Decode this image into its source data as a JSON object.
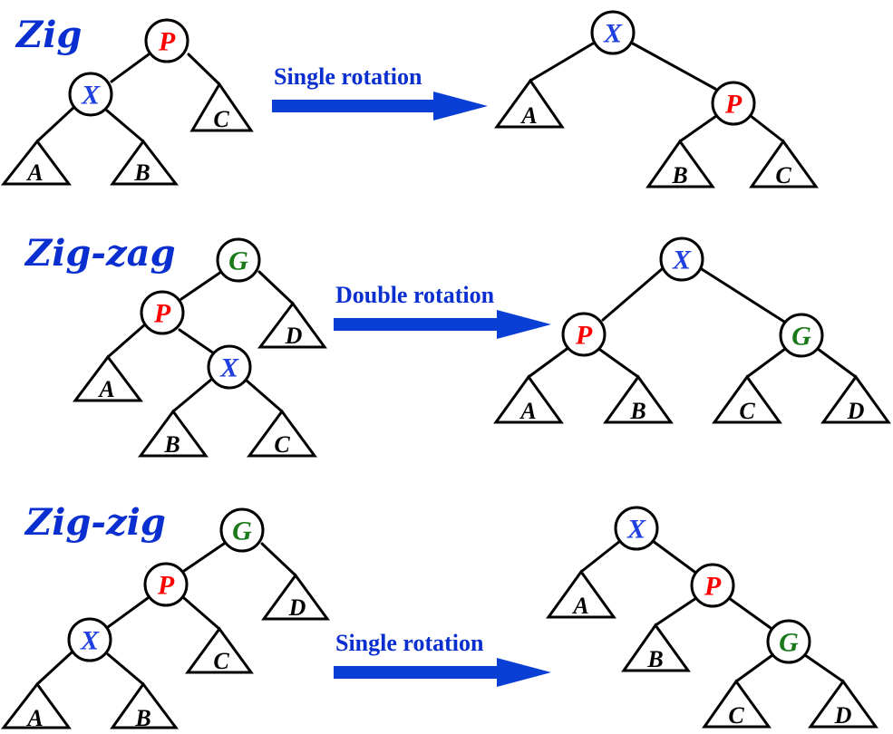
{
  "colors": {
    "title": "#0a2fd0",
    "arrow": "#0a3fd6",
    "X": "#1f3fe0",
    "P": "#ff0000",
    "G": "#1a7a1a"
  },
  "zig": {
    "title": "Zig",
    "caption": "Single rotation",
    "before": {
      "nodes": {
        "P": "P",
        "X": "X"
      },
      "subtrees": {
        "A": "A",
        "B": "B",
        "C": "C"
      }
    },
    "after": {
      "nodes": {
        "X": "X",
        "P": "P"
      },
      "subtrees": {
        "A": "A",
        "B": "B",
        "C": "C"
      }
    }
  },
  "zigzag": {
    "title": "Zig-zag",
    "caption": "Double rotation",
    "before": {
      "nodes": {
        "G": "G",
        "P": "P",
        "X": "X"
      },
      "subtrees": {
        "A": "A",
        "B": "B",
        "C": "C",
        "D": "D"
      }
    },
    "after": {
      "nodes": {
        "X": "X",
        "P": "P",
        "G": "G"
      },
      "subtrees": {
        "A": "A",
        "B": "B",
        "C": "C",
        "D": "D"
      }
    }
  },
  "zigzig": {
    "title": "Zig-zig",
    "caption": "Single rotation",
    "before": {
      "nodes": {
        "G": "G",
        "P": "P",
        "X": "X"
      },
      "subtrees": {
        "A": "A",
        "B": "B",
        "C": "C",
        "D": "D"
      }
    },
    "after": {
      "nodes": {
        "X": "X",
        "P": "P",
        "G": "G"
      },
      "subtrees": {
        "A": "A",
        "B": "B",
        "C": "C",
        "D": "D"
      }
    }
  }
}
